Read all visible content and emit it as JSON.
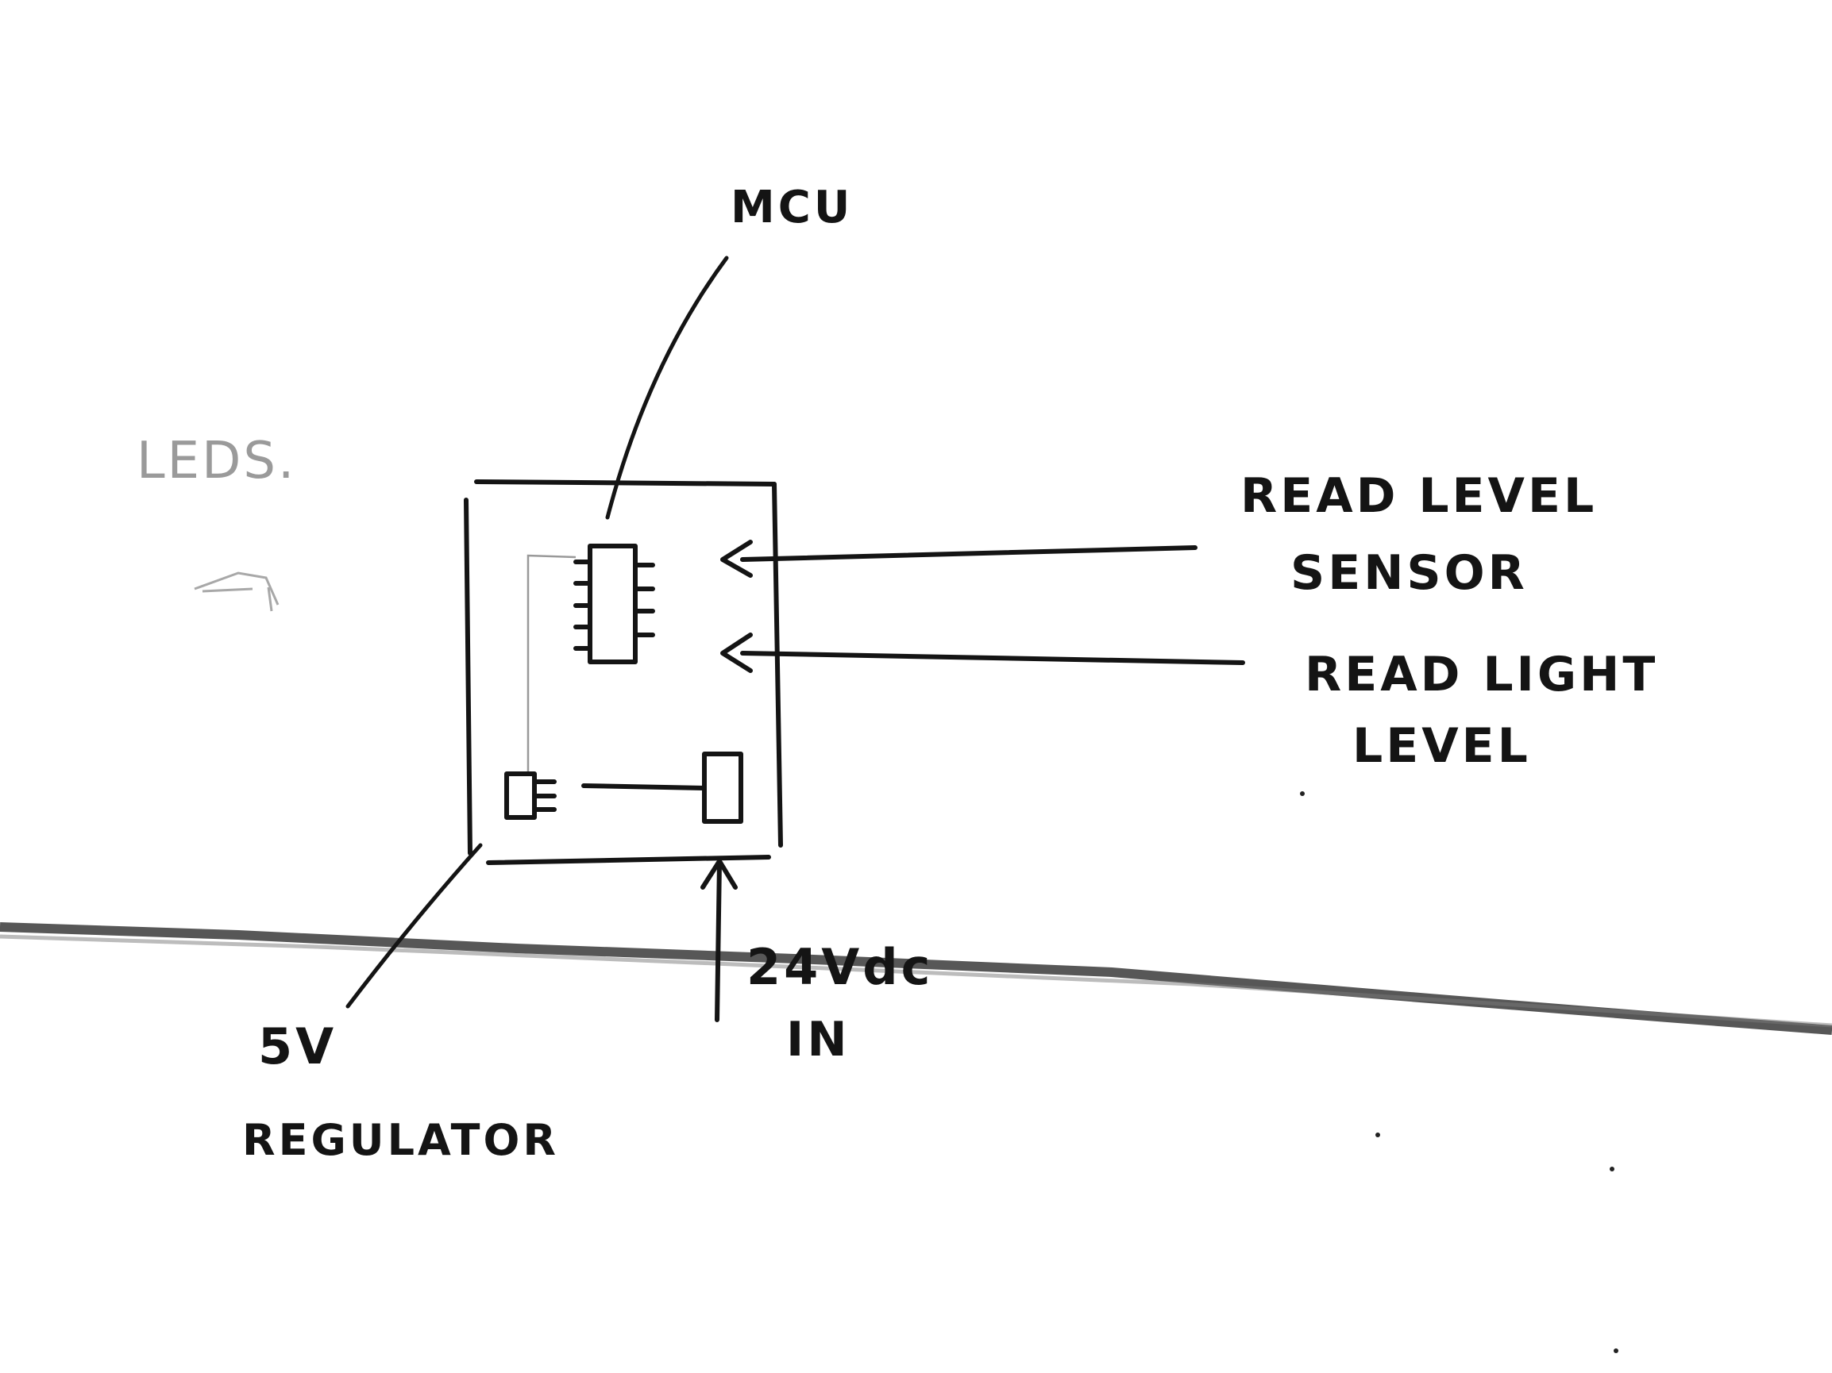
{
  "diagram": {
    "labels": {
      "mcu": "MCU",
      "read_level_sensor_line1": "READ LEVEL",
      "read_level_sensor_line2": "SENSOR",
      "read_light_level_line1": "READ LIGHT",
      "read_light_level_line2": "LEVEL",
      "regulator_line1": "5V",
      "regulator_line2": "REGULATOR",
      "power_line1": "24Vdc",
      "power_line2": "IN",
      "faint_note": "LEDS."
    }
  }
}
